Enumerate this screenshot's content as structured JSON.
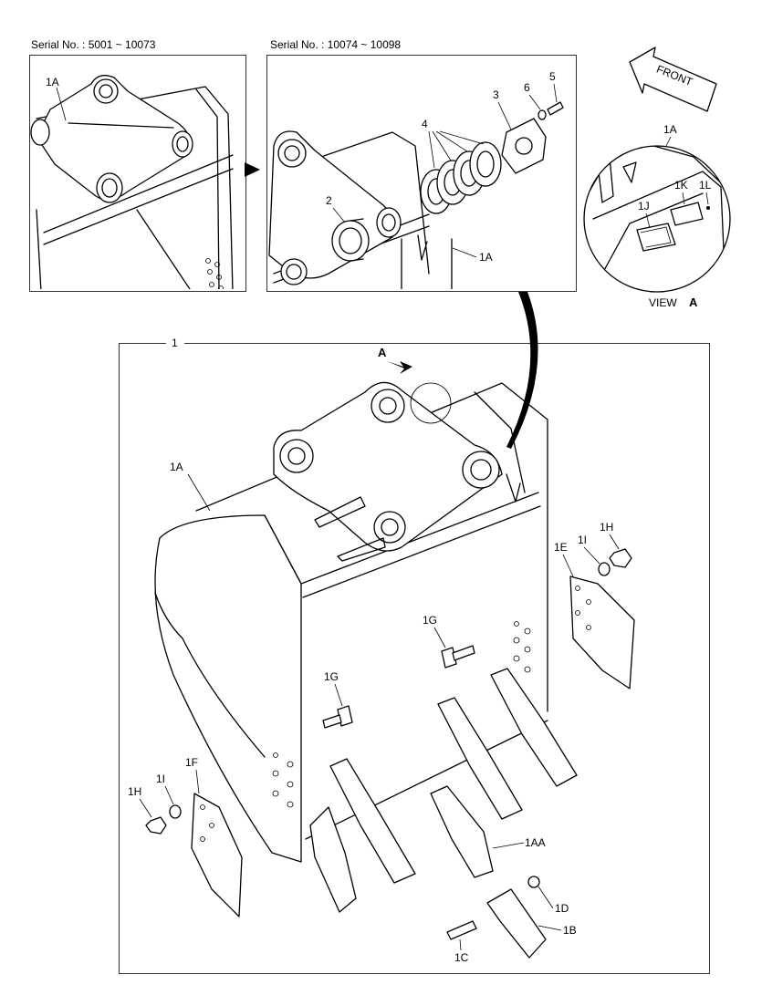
{
  "panels": {
    "left": {
      "serial": "Serial No. : 5001 ~ 10073",
      "label_1a": "1A"
    },
    "middle": {
      "serial": "Serial No. : 10074 ~ 10098",
      "labels": {
        "p2": "2",
        "p3": "3",
        "p4": "4",
        "p5": "5",
        "p6": "6",
        "p1a": "1A"
      }
    },
    "front_arrow": "FRONT",
    "view": {
      "title_prefix": "VIEW",
      "title_letter": "A",
      "labels": {
        "p1a": "1A",
        "p1j": "1J",
        "p1k": "1K",
        "p1l": "1L"
      }
    }
  },
  "main": {
    "frame_label": "1",
    "view_arrow_letter": "A",
    "labels": {
      "l1a": "1A",
      "l1h_r": "1H",
      "l1i_r": "1I",
      "l1e": "1E",
      "l1g_a": "1G",
      "l1g_b": "1G",
      "l1h_l": "1H",
      "l1i_l": "1I",
      "l1f": "1F",
      "l1aa": "1AA",
      "l1d": "1D",
      "l1b": "1B",
      "l1c": "1C"
    }
  }
}
